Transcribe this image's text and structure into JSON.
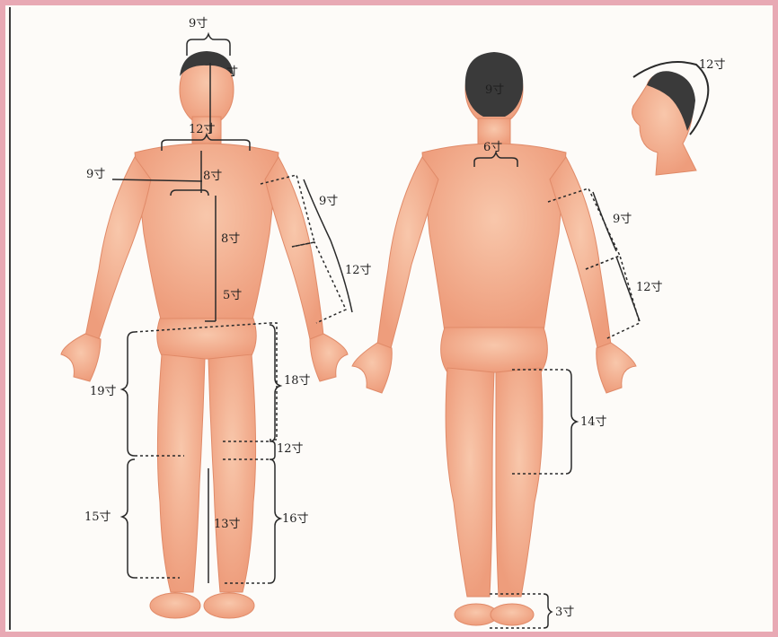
{
  "front": {
    "head_width": "9寸",
    "head_height_partial": "寸",
    "shoulder_width": "12寸",
    "nipple_distance": "9寸",
    "chest_8": "8寸",
    "upper_abdomen": "8寸",
    "lower_abdomen": "5寸",
    "upper_arm": "9寸",
    "forearm": "12寸",
    "thigh_medial": "18寸",
    "thigh_lateral": "19寸",
    "patella": "12寸",
    "shin_lateral": "15寸",
    "shin_medial": "13寸",
    "shin_outer": "16寸"
  },
  "back": {
    "head_back": "9寸",
    "shoulder_blades": "6寸",
    "upper_arm": "9寸",
    "forearm": "12寸",
    "thigh": "14寸",
    "ankle": "3寸"
  },
  "side": {
    "head_arc": "12寸"
  },
  "colors": {
    "skin": "#f3a987",
    "skin_light": "#f7c2a6",
    "hair": "#3a3a3a",
    "frame": "#e8a9b4",
    "line": "#2a2a2a"
  }
}
